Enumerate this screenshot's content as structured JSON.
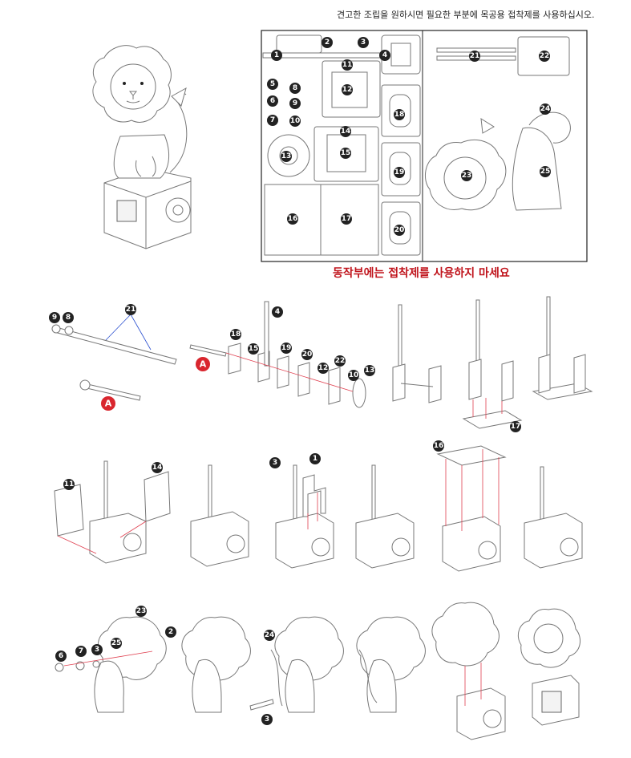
{
  "notice": "견고한 조립을 원하시면 필요한 부분에 목공용 접착제를 사용하십시오.",
  "warning": "동작부에는 접착제를 사용하지 마세요",
  "axle_label": "A",
  "sheet_labels": [
    "1",
    "2",
    "3",
    "4",
    "5",
    "6",
    "7",
    "8",
    "9",
    "10",
    "11",
    "12",
    "13",
    "14",
    "15",
    "16",
    "17",
    "18",
    "19",
    "20",
    "21",
    "22",
    "23",
    "24",
    "25"
  ],
  "step_labels": {
    "row1": [
      "9",
      "8",
      "21",
      "4",
      "18",
      "15",
      "19",
      "20",
      "22",
      "12",
      "10",
      "13",
      "17"
    ],
    "row2": [
      "11",
      "14",
      "3",
      "1",
      "16"
    ],
    "row3": [
      "23",
      "2",
      "6",
      "7",
      "3",
      "25",
      "24",
      "3"
    ]
  }
}
